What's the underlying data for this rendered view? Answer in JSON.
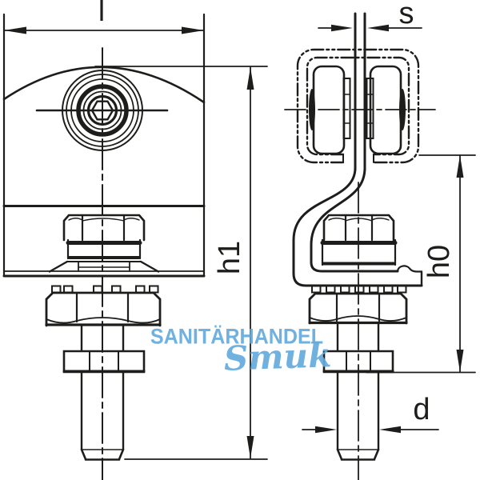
{
  "labels": {
    "l": "l",
    "s": "s",
    "h1": "h1",
    "h0": "h0",
    "d": "d"
  },
  "watermark": {
    "line1": "SANITÄRHANDEL",
    "line2": "Smuk"
  },
  "colors": {
    "line": "#1d1d1b",
    "background": "#ffffff",
    "watermark": "#64abdd"
  }
}
